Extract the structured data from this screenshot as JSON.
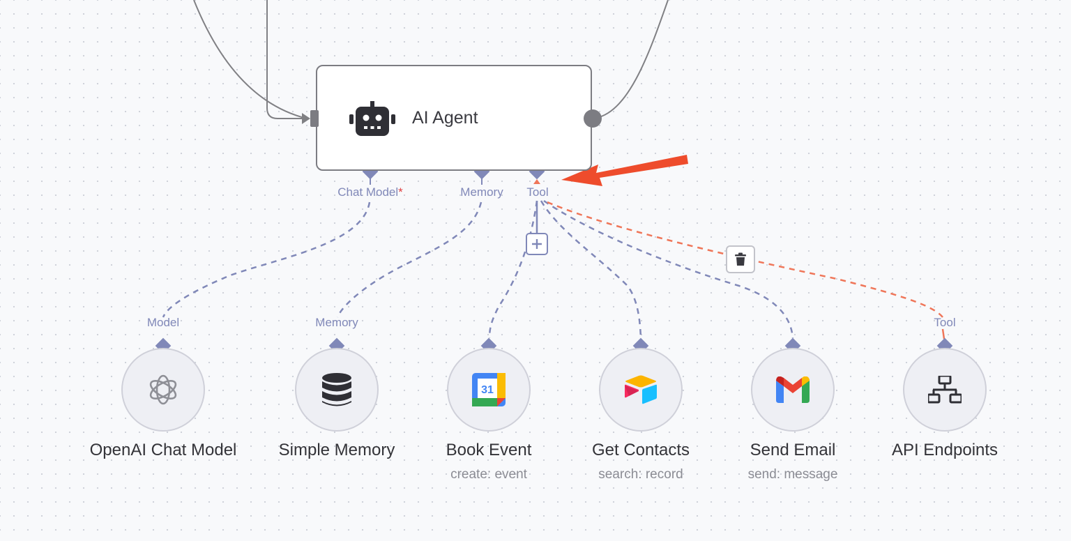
{
  "agent": {
    "title": "AI Agent",
    "icon": "robot-icon"
  },
  "ports": {
    "chat_model": "Chat Model",
    "chat_model_required": "*",
    "memory": "Memory",
    "tool": "Tool"
  },
  "nodes": [
    {
      "title": "OpenAI Chat Model",
      "subtitle": "",
      "input_label": "Model",
      "icon": "openai-icon"
    },
    {
      "title": "Simple Memory",
      "subtitle": "",
      "input_label": "Memory",
      "icon": "database-icon"
    },
    {
      "title": "Book Event",
      "subtitle": "create: event",
      "input_label": "",
      "icon": "google-calendar-icon",
      "icon_text": "31"
    },
    {
      "title": "Get Contacts",
      "subtitle": "search: record",
      "input_label": "",
      "icon": "airtable-icon"
    },
    {
      "title": "Send Email",
      "subtitle": "send: message",
      "input_label": "",
      "icon": "gmail-icon"
    },
    {
      "title": "API Endpoints",
      "subtitle": "",
      "input_label": "Tool",
      "icon": "network-icon"
    }
  ],
  "colors": {
    "connector": "#8088b8",
    "highlight": "#ef7659",
    "arrow": "#ee4c2c",
    "edge": "#808084"
  }
}
